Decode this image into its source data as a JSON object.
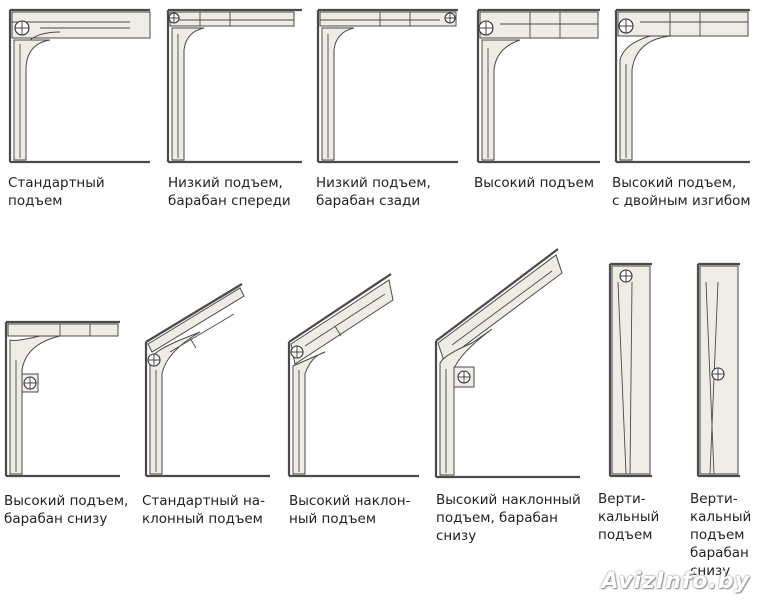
{
  "diagrams": [
    {
      "id": "standard",
      "caption": "Стандартный\nподъем"
    },
    {
      "id": "low-front",
      "caption": "Низкий подъем,\nбарабан спереди"
    },
    {
      "id": "low-rear",
      "caption": "Низкий подъем,\nбарабан сзади"
    },
    {
      "id": "high",
      "caption": "Высокий подъем"
    },
    {
      "id": "high-double",
      "caption": "Высокий подъем,\nс двойным изгибом"
    },
    {
      "id": "high-drum-low",
      "caption": "Высокий подъем,\nбарабан снизу"
    },
    {
      "id": "standard-inclined",
      "caption": "Стандартный на-\nклонный подъем"
    },
    {
      "id": "high-inclined",
      "caption": "Высокий наклон-\nный подъем"
    },
    {
      "id": "high-inclined-drum-low",
      "caption": "Высокий наклонный\nподъем, барабан\nснизу"
    },
    {
      "id": "vertical",
      "caption": "Верти-\nкальный\nподъем"
    },
    {
      "id": "vertical-drum-low",
      "caption": "Верти-\nкальный\nподъем\nбарабан\nснизу"
    }
  ],
  "watermark": "AvizInfo.by",
  "colors": {
    "line": "#4a4a4a",
    "rail_fill": "#efece6",
    "text": "#222222"
  }
}
